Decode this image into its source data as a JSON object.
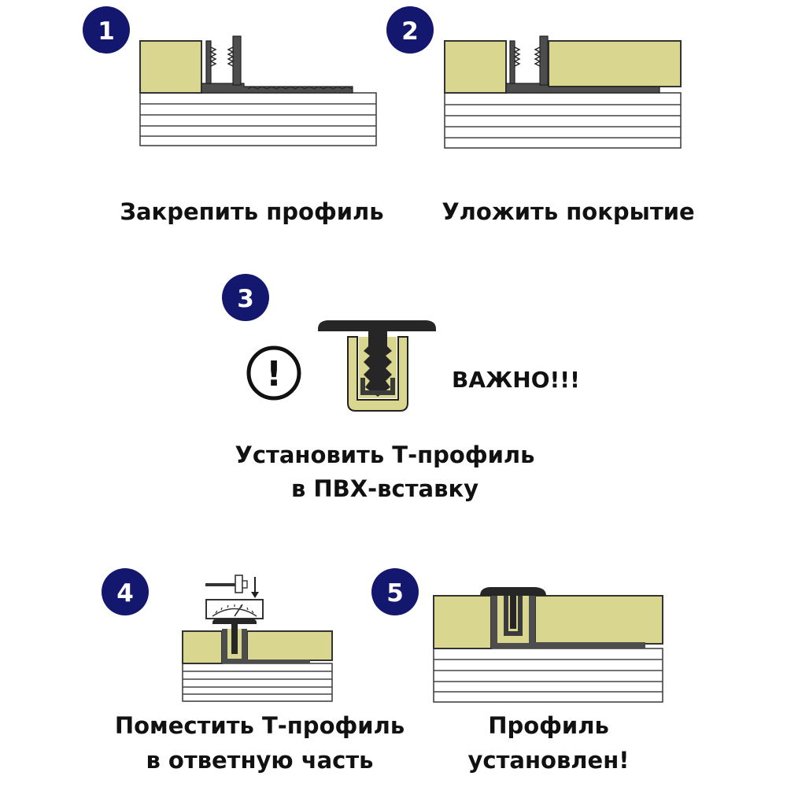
{
  "steps": [
    {
      "number": "1",
      "caption_lines": [
        "Закрепить профиль"
      ]
    },
    {
      "number": "2",
      "caption_lines": [
        "Уложить покрытие"
      ]
    },
    {
      "number": "3",
      "caption_lines": [
        "Установить Т-профиль",
        "в ПВХ-вставку"
      ],
      "important_label": "ВАЖНО!!!",
      "alert_symbol": "!"
    },
    {
      "number": "4",
      "caption_lines": [
        "Поместить Т-профиль",
        "в ответную часть"
      ]
    },
    {
      "number": "5",
      "caption_lines": [
        "Профиль",
        "установлен!"
      ]
    }
  ],
  "colors": {
    "badge": "#14176e",
    "tile": "#d8d68f",
    "profile": "#4d4d4d",
    "text": "#111111"
  },
  "icons": [
    "alert-circle-icon",
    "hammer-icon",
    "down-arrow-icon",
    "gauge-icon"
  ]
}
